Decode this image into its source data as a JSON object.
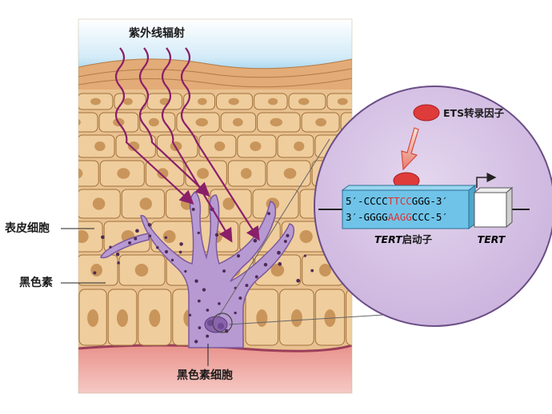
{
  "labels": {
    "uv_radiation": "紫外线辐射",
    "keratinocyte": "表皮细胞",
    "melanin": "黑色素",
    "melanocyte": "黑色素细胞",
    "ets_factor": "ETS转录因子",
    "tert_promoter_italic": "TERT",
    "tert_promoter_suffix": "启动子",
    "tert_gene": "TERT"
  },
  "promoter": {
    "top_prefix": "5′-CCCC",
    "top_mutation": "TTCC",
    "top_suffix": "GGG-3′",
    "bottom_prefix": "3′-GGGG",
    "bottom_mutation": "AAGG",
    "bottom_suffix": "CCC-5′"
  },
  "colors": {
    "sky": "#7cc0e6",
    "skin": "#e9c190",
    "cell_fill": "#efcd9d",
    "cell_stroke": "#a0703a",
    "nucleus": "#c9955a",
    "melanocyte": "#b79ad2",
    "melanin_dot": "#4d2a55",
    "uv_arrow": "#8a1f6a",
    "dermis": "#e49a92",
    "zoom_circle": "#d5c0e4",
    "promoter_box": "#6fc3e8",
    "ets_protein": "#de3b3b",
    "mutation_text": "#e03030"
  }
}
